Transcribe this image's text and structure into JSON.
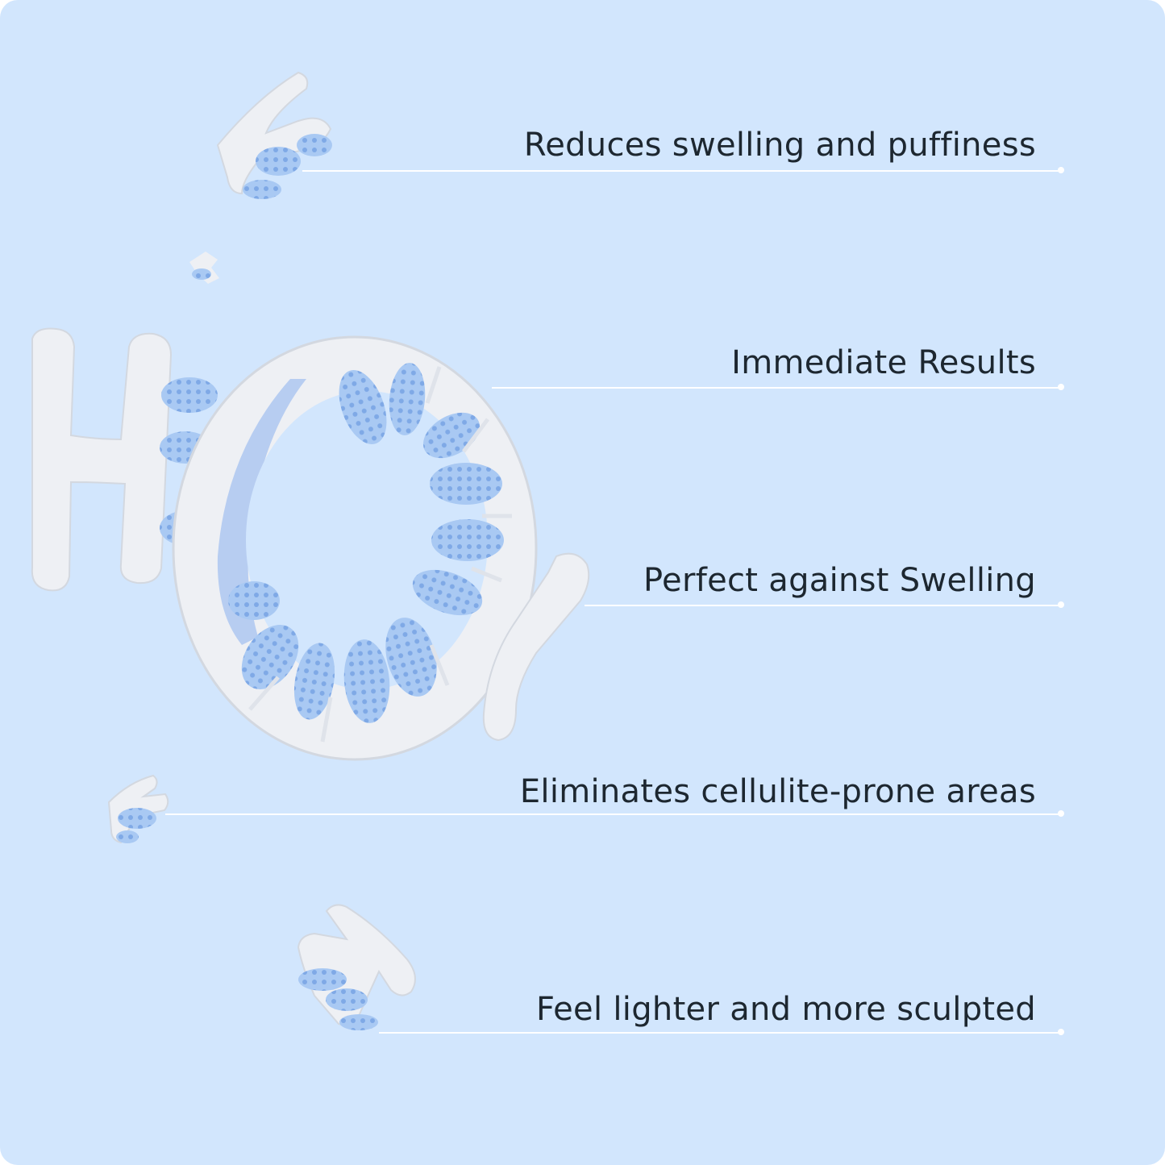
{
  "theme": {
    "background": "#d2e6fd",
    "text": "#1d2730",
    "line": "#ffffff",
    "product_white": "#eef0f4",
    "product_blue": "#a9c9f3"
  },
  "features": [
    {
      "label": "Reduces swelling and puffiness"
    },
    {
      "label": "Immediate Results"
    },
    {
      "label": "Perfect against Swelling"
    },
    {
      "label": "Eliminates cellulite-prone areas"
    },
    {
      "label": "Feel lighter and more sculpted"
    }
  ],
  "icons": {
    "product": "massage-roller-ring-icon",
    "fragment": "roller-fragment-icon"
  }
}
